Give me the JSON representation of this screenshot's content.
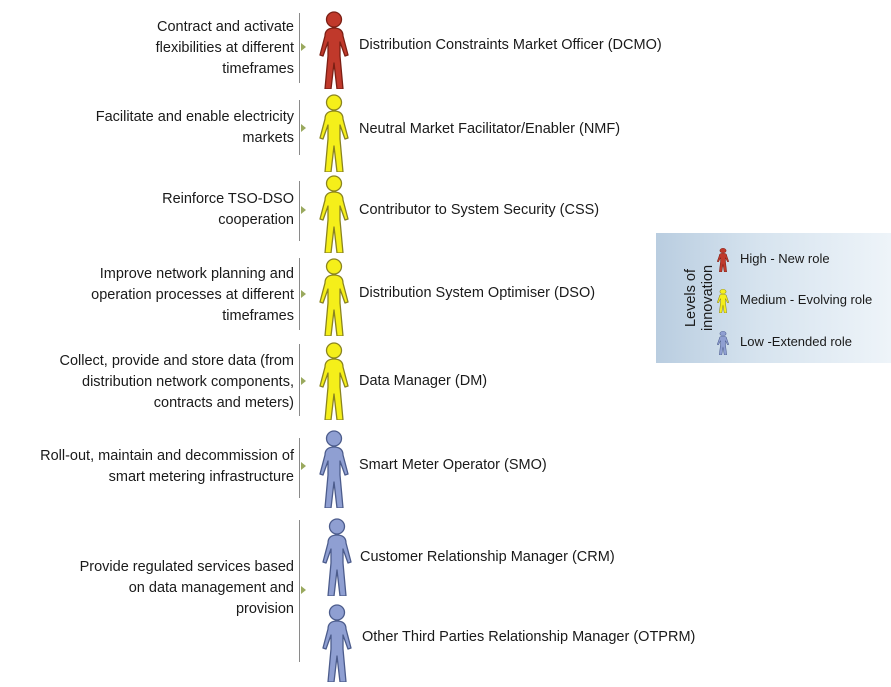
{
  "colors": {
    "high_fill": "#c0392b",
    "high_stroke": "#7b1f14",
    "medium_fill": "#f5ef1a",
    "medium_stroke": "#8a8420",
    "low_fill": "#8f9fd2",
    "low_stroke": "#4c5c8c"
  },
  "rows": [
    {
      "description": "Contract and activate\nflexibilities at different\ntimeframes",
      "roles": [
        {
          "label": "Distribution Constraints Market Officer (DCMO)",
          "level": "high"
        }
      ]
    },
    {
      "description": "Facilitate and enable electricity\nmarkets",
      "roles": [
        {
          "label": "Neutral Market Facilitator/Enabler (NMF)",
          "level": "medium"
        }
      ]
    },
    {
      "description": "Reinforce TSO-DSO\ncooperation",
      "roles": [
        {
          "label": "Contributor to System Security (CSS)",
          "level": "medium"
        }
      ]
    },
    {
      "description": "Improve network planning and\noperation processes at different\ntimeframes",
      "roles": [
        {
          "label": "Distribution System Optimiser (DSO)",
          "level": "medium"
        }
      ]
    },
    {
      "description": "Collect, provide and store data (from\ndistribution network components,\ncontracts and meters)",
      "roles": [
        {
          "label": "Data Manager (DM)",
          "level": "medium"
        }
      ]
    },
    {
      "description": "Roll-out, maintain and decommission of\nsmart metering infrastructure",
      "roles": [
        {
          "label": "Smart Meter Operator (SMO)",
          "level": "low"
        }
      ]
    },
    {
      "description": "Provide regulated services based\non data management and\nprovision",
      "roles": [
        {
          "label": "Customer Relationship Manager (CRM)",
          "level": "low"
        },
        {
          "label": "Other Third Parties Relationship Manager (OTPRM)",
          "level": "low"
        }
      ]
    }
  ],
  "legend": {
    "title": "Levels of\ninnovation",
    "items": [
      {
        "label": "High - New role",
        "level": "high"
      },
      {
        "label": "Medium - Evolving role",
        "level": "medium"
      },
      {
        "label": "Low -Extended role",
        "level": "low"
      }
    ]
  }
}
